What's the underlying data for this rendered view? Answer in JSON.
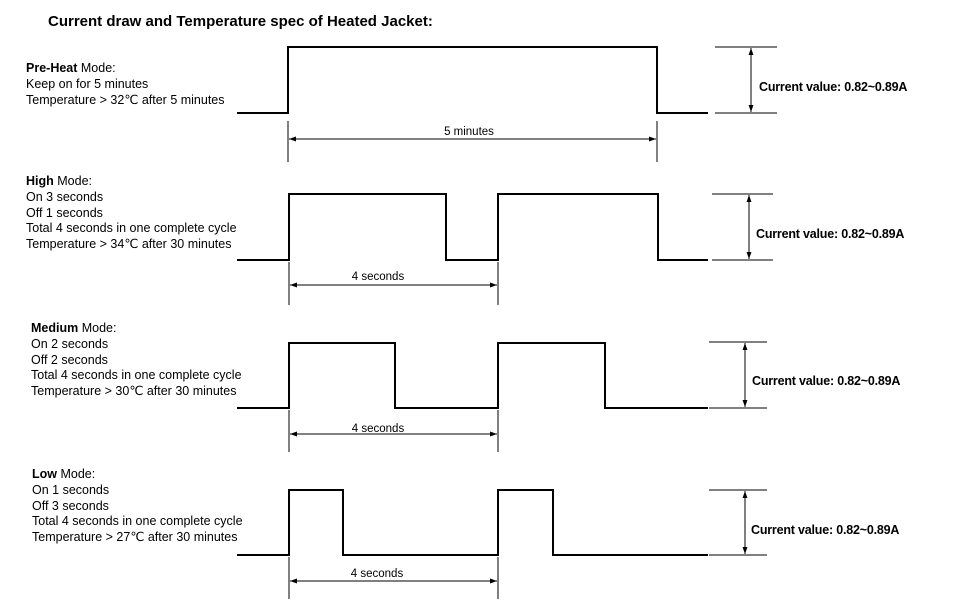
{
  "title": "Current draw and Temperature spec of Heated Jacket:",
  "colors": {
    "ink": "#000000",
    "background": "#ffffff"
  },
  "modes": [
    {
      "key": "preheat",
      "name": "Pre-Heat",
      "name_suffix": " Mode:",
      "lines": [
        "Keep on for 5 minutes",
        "Temperature  > 32℃  after 5 minutes"
      ],
      "duration_label": "5 minutes",
      "current_label": "Current value: 0.82~0.89A"
    },
    {
      "key": "high",
      "name": "High",
      "name_suffix": " Mode:",
      "lines": [
        "On 3 seconds",
        "Off 1 seconds",
        "Total 4 seconds in one complete cycle",
        "Temperature  > 34℃  after 30 minutes"
      ],
      "duration_label": "4 seconds",
      "current_label": "Current value: 0.82~0.89A"
    },
    {
      "key": "medium",
      "name": "Medium",
      "name_suffix": " Mode:",
      "lines": [
        "On 2 seconds",
        "Off 2 seconds",
        "Total 4 seconds in one complete cycle",
        "Temperature  > 30℃  after 30 minutes"
      ],
      "duration_label": "4 seconds",
      "current_label": "Current value: 0.82~0.89A"
    },
    {
      "key": "low",
      "name": "Low",
      "name_suffix": " Mode:",
      "lines": [
        "On 1 seconds",
        "Off 3 seconds",
        "Total 4 seconds in one complete cycle",
        "Temperature  > 27℃  after 30 minutes"
      ],
      "duration_label": "4 seconds",
      "current_label": "Current value: 0.82~0.89A"
    }
  ]
}
